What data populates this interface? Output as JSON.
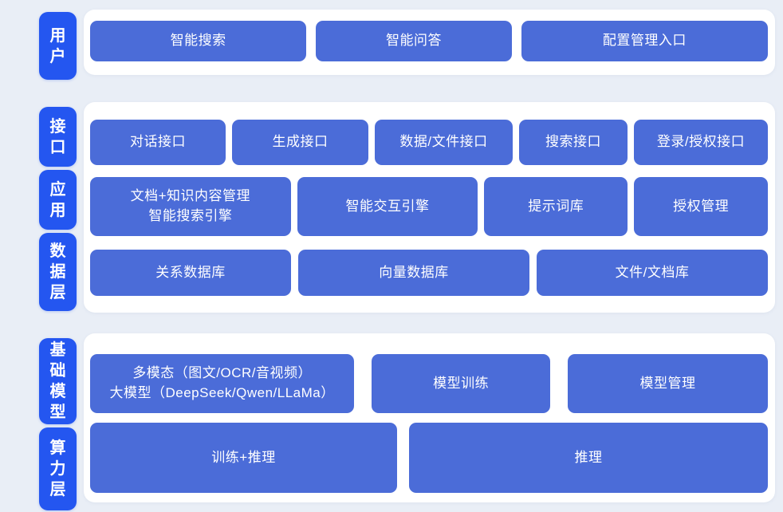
{
  "colors": {
    "background": "#e9eef6",
    "panel": "#ffffff",
    "layer_blue": "#2456f0",
    "node_blue": "#4b6cd8",
    "text_white": "#ffffff"
  },
  "layers": [
    {
      "id": "user",
      "label": "用户"
    },
    {
      "id": "interface",
      "label": "接口"
    },
    {
      "id": "application",
      "label": "应用"
    },
    {
      "id": "data-layer",
      "label": "数据层"
    },
    {
      "id": "foundation-model",
      "label": "基础模型"
    },
    {
      "id": "compute-layer",
      "label": "算力层"
    }
  ],
  "panels": [
    {
      "rows": [
        {
          "layer": "用户",
          "nodes": [
            {
              "label": "智能搜索"
            },
            {
              "label": "智能问答"
            },
            {
              "label": "配置管理入口"
            }
          ]
        }
      ]
    },
    {
      "rows": [
        {
          "layer": "接口",
          "nodes": [
            {
              "label": "对话接口"
            },
            {
              "label": "生成接口"
            },
            {
              "label": "数据/文件接口"
            },
            {
              "label": "搜索接口"
            },
            {
              "label": "登录/授权接口"
            }
          ]
        },
        {
          "layer": "应用",
          "nodes": [
            {
              "label": "文档+知识内容管理\n智能搜索引擎"
            },
            {
              "label": "智能交互引擎"
            },
            {
              "label": "提示词库"
            },
            {
              "label": "授权管理"
            }
          ]
        },
        {
          "layer": "数据层",
          "nodes": [
            {
              "label": "关系数据库"
            },
            {
              "label": "向量数据库"
            },
            {
              "label": "文件/文档库"
            }
          ]
        }
      ]
    },
    {
      "rows": [
        {
          "layer": "基础模型",
          "nodes": [
            {
              "label": "多模态（图文/OCR/音视频）\n大模型（DeepSeek/Qwen/LLaMa）"
            },
            {
              "label": "模型训练"
            },
            {
              "label": "模型管理"
            }
          ]
        },
        {
          "layer": "算力层",
          "nodes": [
            {
              "label": "训练+推理"
            },
            {
              "label": "推理"
            }
          ]
        }
      ]
    }
  ]
}
